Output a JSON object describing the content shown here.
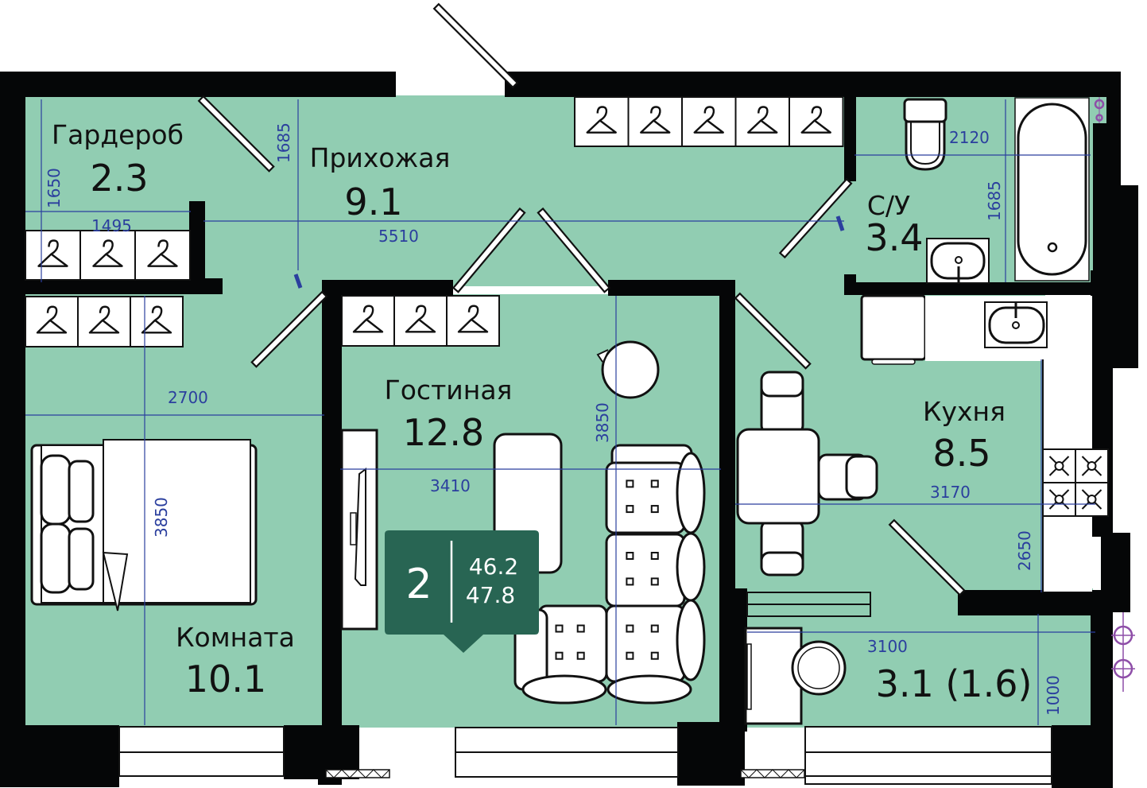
{
  "rooms": {
    "wardrobe": {
      "name": "Гардероб",
      "area": "2.3"
    },
    "hallway": {
      "name": "Прихожая",
      "area": "9.1"
    },
    "bathroom": {
      "name": "С/У",
      "area": "3.4"
    },
    "living": {
      "name": "Гостиная",
      "area": "12.8"
    },
    "kitchen": {
      "name": "Кухня",
      "area": "8.5"
    },
    "bedroom": {
      "name": "Комната",
      "area": "10.1"
    },
    "balcony": {
      "name": "",
      "area": "3.1 (1.6)"
    }
  },
  "dimensions": {
    "wardrobe_height": "1650",
    "wardrobe_width": "1495",
    "hallway_height": "1685",
    "hallway_width": "5510",
    "bathroom_width": "2120",
    "bathroom_height": "1685",
    "bedroom_width": "2700",
    "bedroom_height": "3850",
    "living_width": "3410",
    "living_height": "3850",
    "kitchen_width": "3170",
    "kitchen_height": "2650",
    "balcony_width": "3100",
    "balcony_height": "1000"
  },
  "badge": {
    "rooms_count": "2",
    "living_area": "46.2",
    "total_area": "47.8"
  },
  "colors": {
    "floor": "#91cdb2",
    "wall": "#050607",
    "dimension": "#2b3f9e",
    "badge": "#286553",
    "riser": "#8e4ea8"
  }
}
